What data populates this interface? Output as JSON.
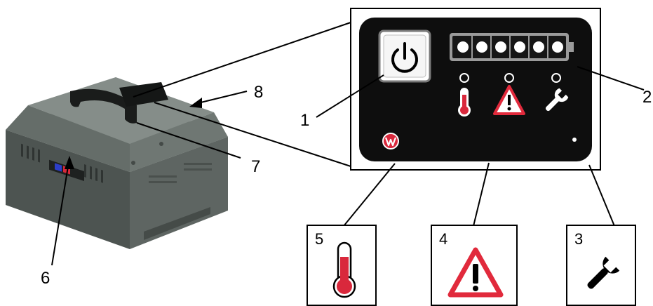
{
  "callouts": {
    "c1": "1",
    "c2": "2",
    "c3": "3",
    "c4": "4",
    "c5": "5",
    "c6": "6",
    "c7": "7",
    "c8": "8"
  },
  "icons": {
    "power": "power-icon",
    "battery": "battery-icon",
    "thermometer": "thermometer-icon",
    "warning": "warning-icon",
    "wrench": "wrench-icon",
    "brand": "brand-logo-icon"
  },
  "colors": {
    "panel": "#0e0e0e",
    "battery_body": "#2a2a2a",
    "housing": "#5b625d",
    "thermometer_red": "#d9283c",
    "warning_red": "#e12a3c",
    "connector_blue": "#2c3ec9",
    "connector_red": "#d8283a"
  }
}
